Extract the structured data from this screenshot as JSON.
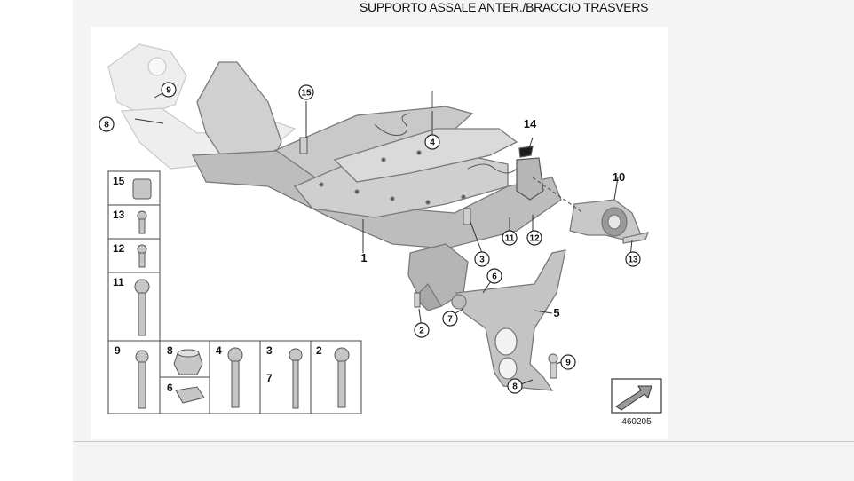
{
  "title": "SUPPORTO ASSALE ANTER./BRACCIO TRASVERS",
  "diagram_number": "460205",
  "callouts": {
    "c1": "1",
    "c2": "2",
    "c3": "3",
    "c4": "4",
    "c5": "5",
    "c6": "6",
    "c7": "7",
    "c8a": "8",
    "c8b": "8",
    "c9a": "9",
    "c9b": "9",
    "c10": "10",
    "c11": "11",
    "c12": "12",
    "c13": "13",
    "c14": "14",
    "c15": "15"
  },
  "parts_table": {
    "p15": "15",
    "p13": "13",
    "p12": "12",
    "p11": "11",
    "p9": "9",
    "p8": "8",
    "p6": "6",
    "p4": "4",
    "p3": "3",
    "p7": "7",
    "p2": "2"
  },
  "icons": {
    "nav": "arrow-icon"
  }
}
